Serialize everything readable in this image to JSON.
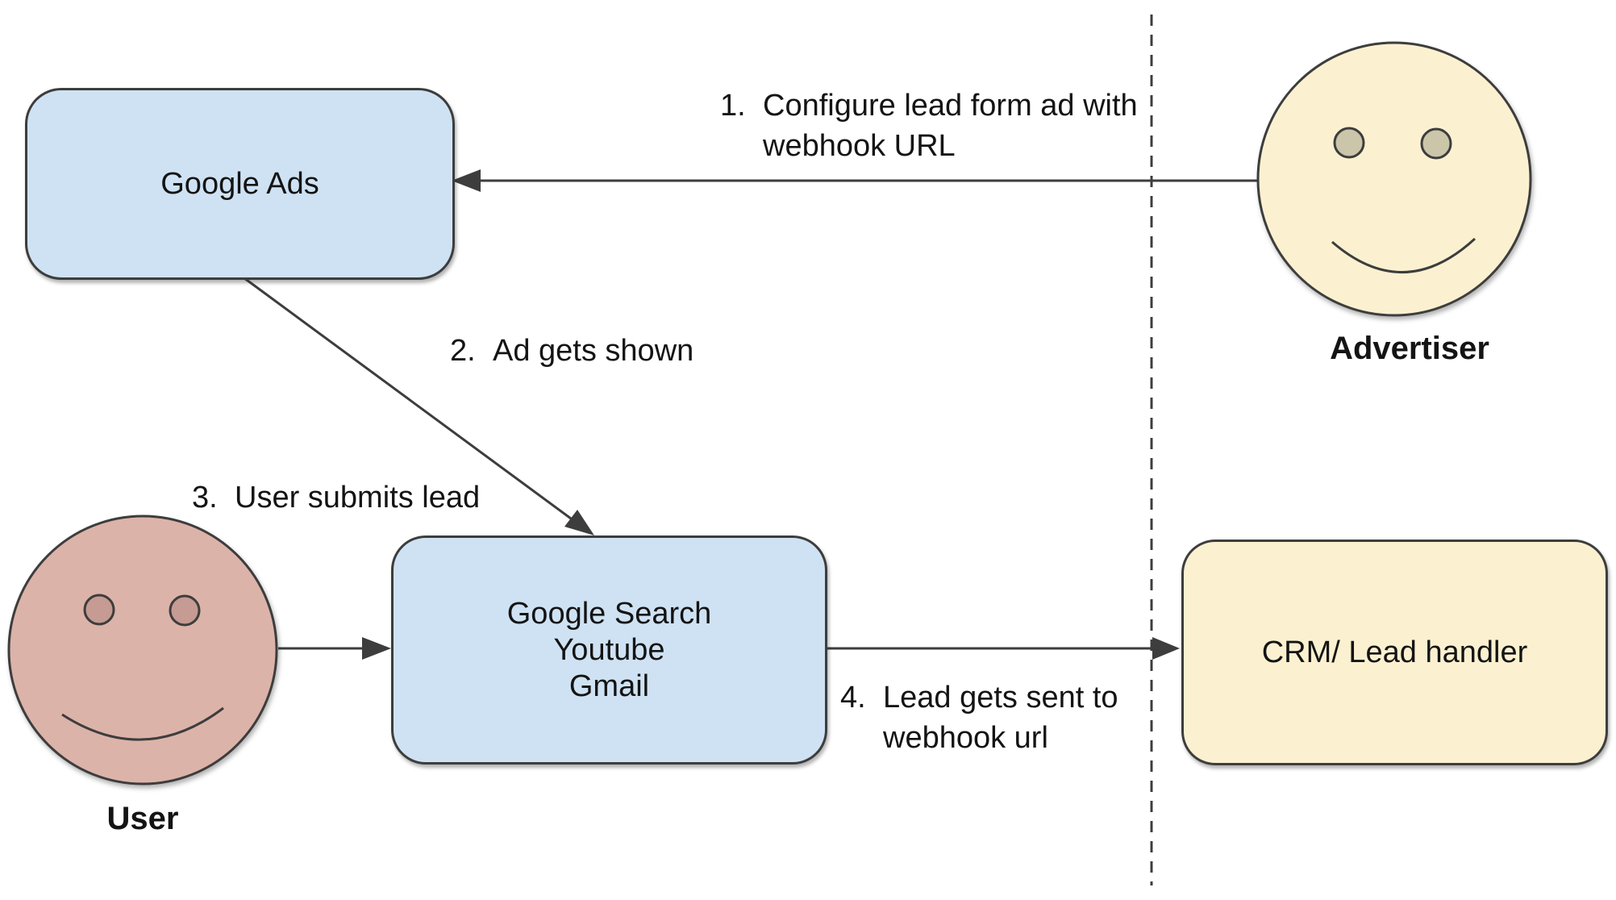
{
  "colors": {
    "box_blue": "#cfe2f3",
    "box_yellow": "#fbf1d0",
    "user_face": "#dcb3a9",
    "user_eye": "#c59b93",
    "advertiser_face": "#fbf1d0",
    "advertiser_eye": "#cbc5aa",
    "line": "#3d3d3d",
    "text": "#141414"
  },
  "nodes": {
    "google_ads": {
      "label": "Google Ads"
    },
    "google_surfaces": {
      "label": "Google Search\nYoutube\nGmail"
    },
    "crm": {
      "label": "CRM/ Lead handler"
    }
  },
  "actors": {
    "user": {
      "label": "User"
    },
    "advertiser": {
      "label": "Advertiser"
    }
  },
  "steps": [
    {
      "number": "1.",
      "text": "Configure lead form ad with\nwebhook URL"
    },
    {
      "number": "2.",
      "text": "Ad gets shown"
    },
    {
      "number": "3.",
      "text": "User submits lead"
    },
    {
      "number": "4.",
      "text": "Lead gets sent to\nwebhook url"
    }
  ]
}
